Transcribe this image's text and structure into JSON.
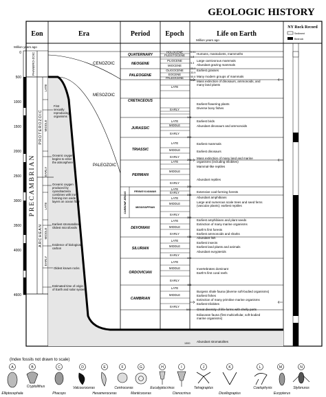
{
  "title": "GEOLOGIC HISTORY",
  "headers": {
    "eon": "Eon",
    "era": "Era",
    "period": "Period",
    "epoch": "Epoch",
    "life": "Life on Earth",
    "nyrr": "NY Rock Record"
  },
  "nyrr_legend": {
    "sediment": "Sediment",
    "bedrock": "Bedrock"
  },
  "million_years_ago": "Million years ago",
  "ma_ticks": [
    "0",
    "500",
    "1000",
    "1500",
    "2000",
    "2500",
    "3000",
    "3500",
    "4000",
    "4600"
  ],
  "eons": {
    "phanerozoic": "PHANERO-ZOIC",
    "precambrian": "PRECAMBRIAN",
    "proterozoic": "PROTEROZOIC",
    "archean": "ARCHEAN"
  },
  "subdivisions": {
    "late": "LATE",
    "middle": "MIDDLE",
    "early": "EARLY"
  },
  "eras": {
    "cenozoic": "CENOZOIC",
    "mesozoic": "MESOZOIC",
    "paleozoic": "PALEOZOIC"
  },
  "periods": [
    "QUATERNARY",
    "NEOGENE",
    "PALEOGENE",
    "CRETACEOUS",
    "JURASSIC",
    "TRIASSIC",
    "PERMIAN",
    "PENNSYLVANIAN",
    "MISSISSIPPIAN",
    "DEVONIAN",
    "SILURIAN",
    "ORDOVICIAN",
    "CAMBRIAN"
  ],
  "carboniferous": "CARBONIF-EROUS",
  "epochs": [
    "HOLOCENE",
    "PLEISTOCENE",
    "PLIOCENE",
    "MIOCENE",
    "OLIGOCENE",
    "EOCENE",
    "PALEOCENE"
  ],
  "boundary_ages": [
    "0.01",
    "1.8",
    "5.3",
    "23.0",
    "33.9",
    "55.8",
    "65.5",
    "146",
    "200",
    "251",
    "299",
    "318",
    "359",
    "416",
    "444",
    "488",
    "542",
    "1300"
  ],
  "life": [
    "Humans, mastodonts, mammoths",
    "Large carnivorous mammals",
    "Abundant grazing mammals",
    "Earliest grasses",
    "Many modern groups of mammals",
    "Mass extinction of dinosaurs, ammonoids, and many land plants",
    "Earliest flowering plants",
    "Diverse bony fishes",
    "Earliest birds",
    "Abundant dinosaurs and ammonoids",
    "Earliest mammals",
    "Earliest dinosaurs",
    "Mass extinction of many land and marine organisms (including trilobites)",
    "Mammal-like reptiles",
    "Abundant reptiles",
    "Extensive coal-forming forests",
    "Abundant amphibians",
    "Large and numerous scale trees and seed ferns (vascular plants); earliest reptiles",
    "Earliest amphibians and plant seeds",
    "Extinction of many marine organisms",
    "Earth's first forests",
    "Earliest ammonoids and sharks",
    "Abundant fish",
    "Earliest insects",
    "Earliest land plants and animals",
    "Abundant eurypterids",
    "Invertebrates dominant",
    "Earth's first coral reefs",
    "Burgess shale fauna (diverse soft-bodied organisms)",
    "Earliest fishes",
    "Extinction of many primitive marine organisms",
    "Earliest trilobites",
    "Great diversity of life-forms with shelly parts",
    "Ediacaran fauna (first multicellular, soft-bodied marine organisms)",
    "Abundant stromatolites"
  ],
  "precambrian_notes": [
    "First sexually reproducing organisms",
    "Oceanic oxygen begins to enter the atmosphere",
    "Oceanic oxygen produced by cyanobacteria combines with iron, forming iron oxide layers on ocean floor",
    "Earliest stromatolites",
    "Oldest microfossils",
    "Evidence of biological carbon",
    "Oldest known rocks",
    "Estimated time of origin of Earth and solar system"
  ],
  "fossils_note": "(Index fossils not drawn to scale)",
  "fossils": [
    {
      "letter": "A",
      "name": "Elliptocephala"
    },
    {
      "letter": "B",
      "name": "Cryptolithus"
    },
    {
      "letter": "C",
      "name": "Phacops"
    },
    {
      "letter": "D",
      "name": "Valcouroceras"
    },
    {
      "letter": "E",
      "name": "Hexameroceras"
    },
    {
      "letter": "F",
      "name": "Centroceras"
    },
    {
      "letter": "G",
      "name": "Manticoceras"
    },
    {
      "letter": "H",
      "name": "Eucalyptocrinus"
    },
    {
      "letter": "I",
      "name": "Ctenocrinus"
    },
    {
      "letter": "J",
      "name": "Tetragraptus"
    },
    {
      "letter": "K",
      "name": "Dicellograptus"
    },
    {
      "letter": "L",
      "name": "Coelophysis"
    },
    {
      "letter": "M",
      "name": "Eurypterus"
    },
    {
      "letter": "N",
      "name": "Stylonurus"
    }
  ]
}
